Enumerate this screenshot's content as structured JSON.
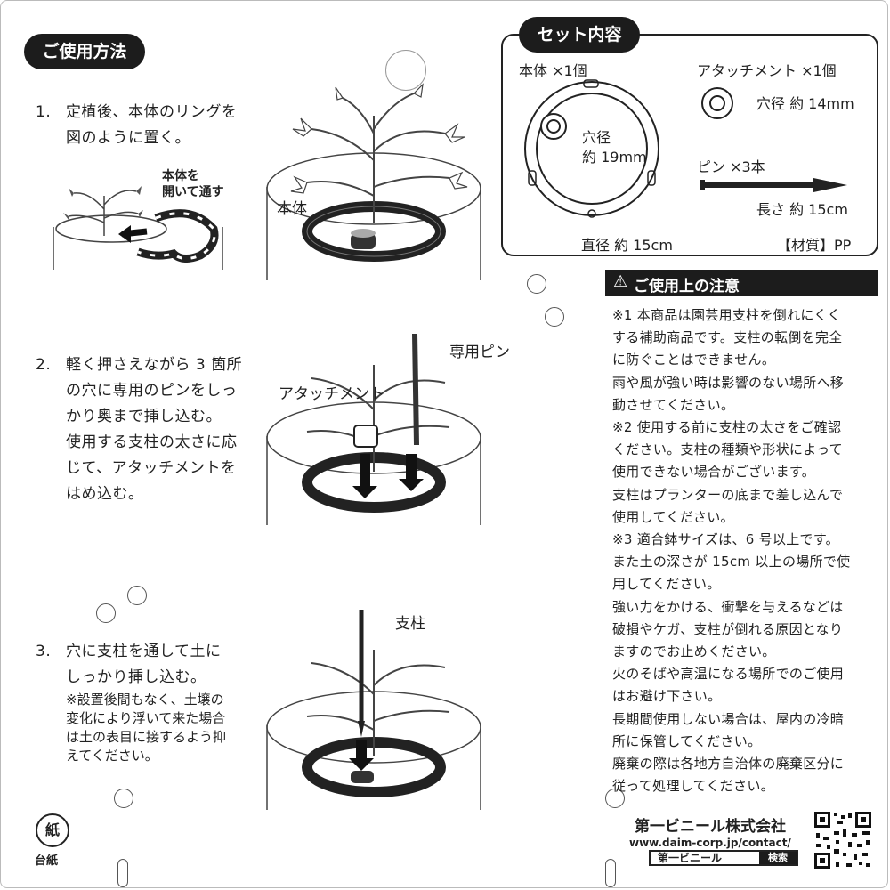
{
  "usage": {
    "title": "ご使用方法",
    "step1": {
      "num": "1.",
      "lines": [
        "定植後、本体のリングを",
        "図のように置く。"
      ]
    },
    "step1_callout": [
      "本体を",
      "開いて通す"
    ],
    "body_label": "本体",
    "step2": {
      "num": "2.",
      "lines": [
        "軽く押さえながら 3 箇所",
        "の穴に専用のピンをしっ",
        "かり奥まで挿し込む。",
        "使用する支柱の太さに応",
        "じて、アタッチメントを",
        "はめ込む。"
      ]
    },
    "pin_label": "専用ピン",
    "attachment_label": "アタッチメント",
    "step3": {
      "num": "3.",
      "lines": [
        "穴に支柱を通して土に",
        "しっかり挿し込む。"
      ]
    },
    "step3_note": [
      "※設置後間もなく、土壌の",
      "変化により浮いて来た場合",
      "は土の表目に接するよう抑",
      "えてください。"
    ],
    "stake_label": "支柱"
  },
  "set_contents": {
    "title": "セット内容",
    "body": "本体 ×1個",
    "hole_diameter": [
      "穴径",
      "約 19mm"
    ],
    "diameter": "直径 約 15cm",
    "attachment": "アタッチメント ×1個",
    "attachment_hole": "穴径 約 14mm",
    "pins": "ピン ×3本",
    "pin_length": "長さ 約 15cm",
    "material": "【材質】PP"
  },
  "caution": {
    "title": "ご使用上の注意",
    "icon": "warning-triangle-icon",
    "lines": [
      "※1 本商品は園芸用支柱を倒れにくく",
      "する補助商品です。支柱の転倒を完全",
      "に防ぐことはできません。",
      "雨や風が強い時は影響のない場所へ移",
      "動させてください。",
      "※2 使用する前に支柱の太さをご確認",
      "ください。支柱の種類や形状によって",
      "使用できない場合がございます。",
      "支柱はプランターの底まで差し込んで",
      "使用してください。",
      "※3 適合鉢サイズは、6 号以上です。",
      "また土の深さが 15cm 以上の場所で使",
      "用してください。",
      "強い力をかける、衝撃を与えるなどは",
      "破損やケガ、支柱が倒れる原因となり",
      "ますのでお止めください。",
      "火のそばや高温になる場所でのご使用",
      "はお避け下さい。",
      "長期間使用しない場合は、屋内の冷暗",
      "所に保管してください。",
      "廃棄の際は各地方自治体の廃棄区分に",
      "従って処理してください。"
    ]
  },
  "footer": {
    "company": "第一ビニール株式会社",
    "url": "www.daim-corp.jp/contact/",
    "search_box": "第一ビニール",
    "search_button": "検索",
    "recycle_mark": "紙",
    "recycle_label": "台紙"
  }
}
